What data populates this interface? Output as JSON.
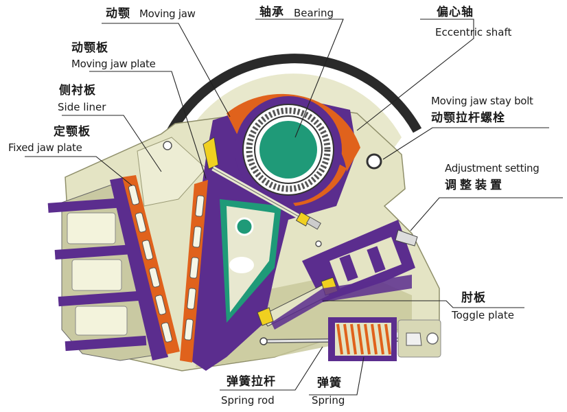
{
  "labels": {
    "moving_jaw": {
      "zh": "动颚",
      "en": "Moving jaw"
    },
    "bearing": {
      "zh": "轴承",
      "en": "Bearing"
    },
    "eccentric_shaft": {
      "zh": "偏心轴",
      "en": "Eccentric shaft"
    },
    "moving_jaw_plate": {
      "zh": "动颚板",
      "en": "Moving jaw plate"
    },
    "side_liner": {
      "zh": "侧衬板",
      "en": "Side liner"
    },
    "fixed_jaw_plate": {
      "zh": "定颚板",
      "en": "Fixed jaw plate"
    },
    "stay_bolt": {
      "zh": "动颚拉杆螺栓",
      "en": "Moving jaw stay bolt"
    },
    "adjustment_setting": {
      "zh": "调整装置",
      "en": "Adjustment setting"
    },
    "toggle_plate": {
      "zh": "肘板",
      "en": "Toggle plate"
    },
    "spring_rod": {
      "zh": "弹簧拉杆",
      "en": "Spring rod"
    },
    "spring": {
      "zh": "弹簧",
      "en": "Spring"
    }
  },
  "colors": {
    "frame": "#e4e4c4",
    "frame_dark": "#c7c79a",
    "jaw_purple": "#5b2d8e",
    "liner_orange": "#e0621c",
    "bearing_green": "#1f9a78",
    "flywheel_dark": "#2a2a2a",
    "bolt_yellow": "#f0d020",
    "line": "#222222"
  }
}
